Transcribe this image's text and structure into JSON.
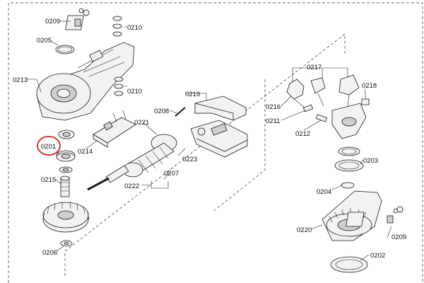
{
  "diagram": {
    "highlight_color": "#d42020",
    "highlighted_part": "0201",
    "labels": {
      "p0209a": "0209",
      "p0210a": "0210",
      "p0205": "0205",
      "p0213": "0213",
      "p0210b": "0210",
      "p0201": "0201",
      "p0215": "0215",
      "p0206": "0206",
      "p0214": "0214",
      "p0208": "0208",
      "p0219": "0219",
      "p0221": "0221",
      "p0223": "0223",
      "p0207": "0207",
      "p0222": "0222",
      "p0217": "0217",
      "p0218": "0218",
      "p0216": "0216",
      "p0211": "0211",
      "p0212": "0212",
      "p0203": "0203",
      "p0204": "0204",
      "p0220": "0220",
      "p0209b": "0209",
      "p0202": "0202"
    }
  }
}
